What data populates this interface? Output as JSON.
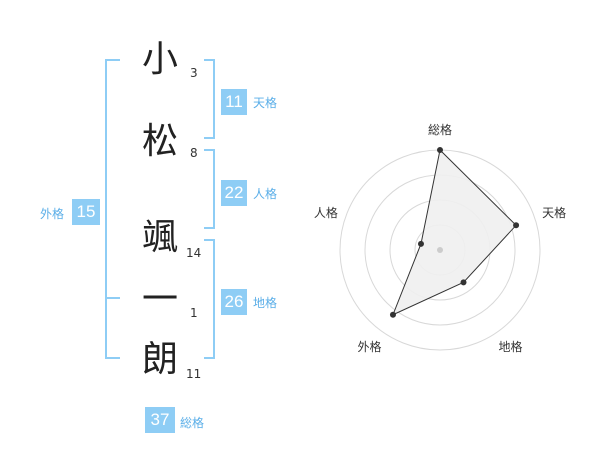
{
  "name_chars": [
    {
      "char": "小",
      "strokes": "3"
    },
    {
      "char": "松",
      "strokes": "8"
    },
    {
      "char": "颯",
      "strokes": "14"
    },
    {
      "char": "一",
      "strokes": "1"
    },
    {
      "char": "朗",
      "strokes": "11"
    }
  ],
  "fortunes": {
    "tenkaku": {
      "value": "11",
      "label": "天格"
    },
    "jinkaku": {
      "value": "22",
      "label": "人格"
    },
    "chikaku": {
      "value": "26",
      "label": "地格"
    },
    "gaikaku": {
      "value": "15",
      "label": "外格"
    },
    "soukaku": {
      "value": "37",
      "label": "総格"
    }
  },
  "chart_data": {
    "type": "radar",
    "axes": [
      "総格",
      "天格",
      "地格",
      "外格",
      "人格"
    ],
    "values": [
      5,
      4,
      2,
      4,
      1
    ],
    "max": 5,
    "rings": 4,
    "colors": {
      "fill": "#f0f0f0",
      "stroke": "#333333",
      "grid": "#d8d8d8",
      "point": "#333333"
    }
  },
  "colors": {
    "accent": "#8ecdf5",
    "accent_text": "#5aaee8",
    "bracket": "#8ecdf5"
  }
}
